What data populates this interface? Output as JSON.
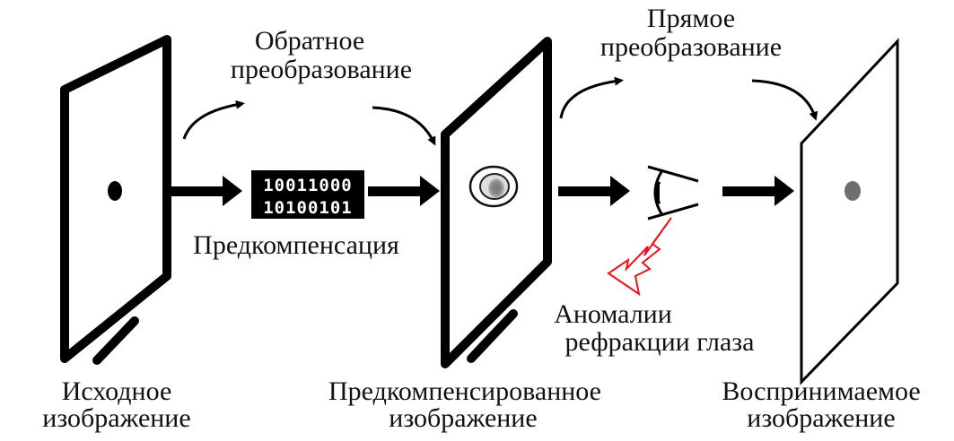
{
  "labels": {
    "inverse_transform": [
      "Обратное",
      "преобразование"
    ],
    "forward_transform": [
      "Прямое",
      "преобразование"
    ],
    "precompensation": "Предкомпенсация",
    "eye_anomaly": [
      "Аномалии",
      "рефракции глаза"
    ],
    "source_image": [
      "Исходное",
      "изображение"
    ],
    "precompensated_image": [
      "Предкомпенсированное",
      "изображение"
    ],
    "perceived_image": [
      "Воспринимаемое",
      "изображение"
    ]
  },
  "binary": [
    "10011000",
    "10100101"
  ],
  "colors": {
    "ink": "#000000",
    "lightning": "#e8141b",
    "dot_gray": "#6e6e6e"
  }
}
